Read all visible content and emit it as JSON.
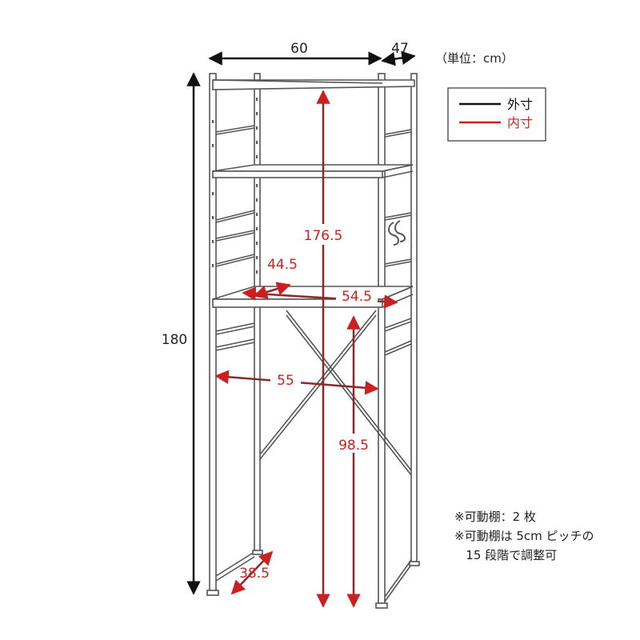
{
  "dimensions": {
    "outer_width": "60",
    "outer_depth": "47",
    "outer_height": "180",
    "inner_height": "176.5",
    "inner_shelf_depth": "44.5",
    "inner_shelf_width": "54.5",
    "inner_bottom_width": "55",
    "inner_bottom_height": "98.5",
    "foot_depth": "38.5"
  },
  "unit_label": "（単位：cm）",
  "legend": {
    "outer_label": "外寸",
    "inner_label": "内寸"
  },
  "notes": [
    "※可動棚：2 枚",
    "※可動棚は 5cm ピッチの",
    "   15 段階で調整可"
  ],
  "colors": {
    "outer": "#111111",
    "inner": "#cc1f1f",
    "frame": "#555555"
  }
}
